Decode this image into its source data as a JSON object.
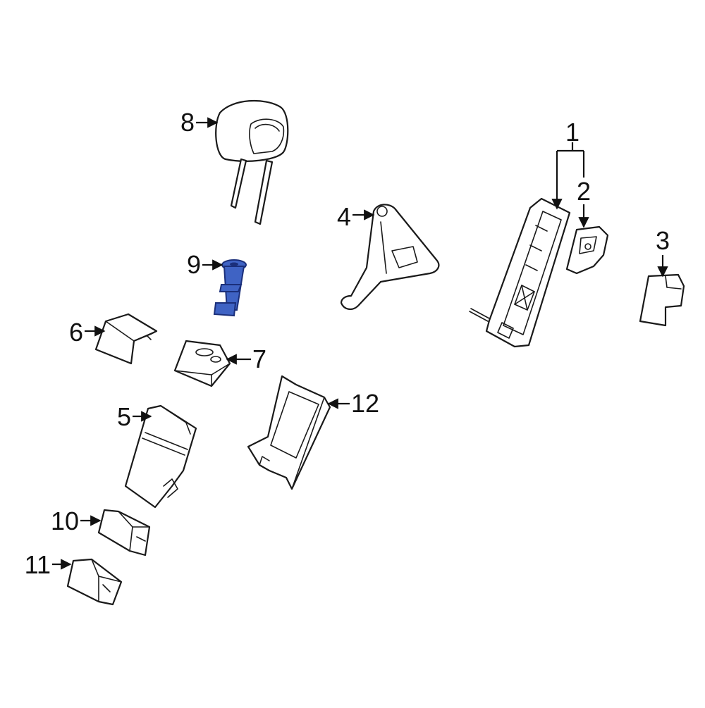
{
  "callouts": [
    {
      "id": "1",
      "label": "1"
    },
    {
      "id": "2",
      "label": "2"
    },
    {
      "id": "3",
      "label": "3"
    },
    {
      "id": "4",
      "label": "4"
    },
    {
      "id": "5",
      "label": "5"
    },
    {
      "id": "6",
      "label": "6"
    },
    {
      "id": "7",
      "label": "7"
    },
    {
      "id": "8",
      "label": "8"
    },
    {
      "id": "9",
      "label": "9"
    },
    {
      "id": "10",
      "label": "10"
    },
    {
      "id": "11",
      "label": "11"
    },
    {
      "id": "12",
      "label": "12"
    }
  ],
  "colors": {
    "line": "#1a1a1a",
    "highlight_fill": "#3f63c4",
    "highlight_stroke": "#1b2f7a",
    "background": "#ffffff"
  }
}
